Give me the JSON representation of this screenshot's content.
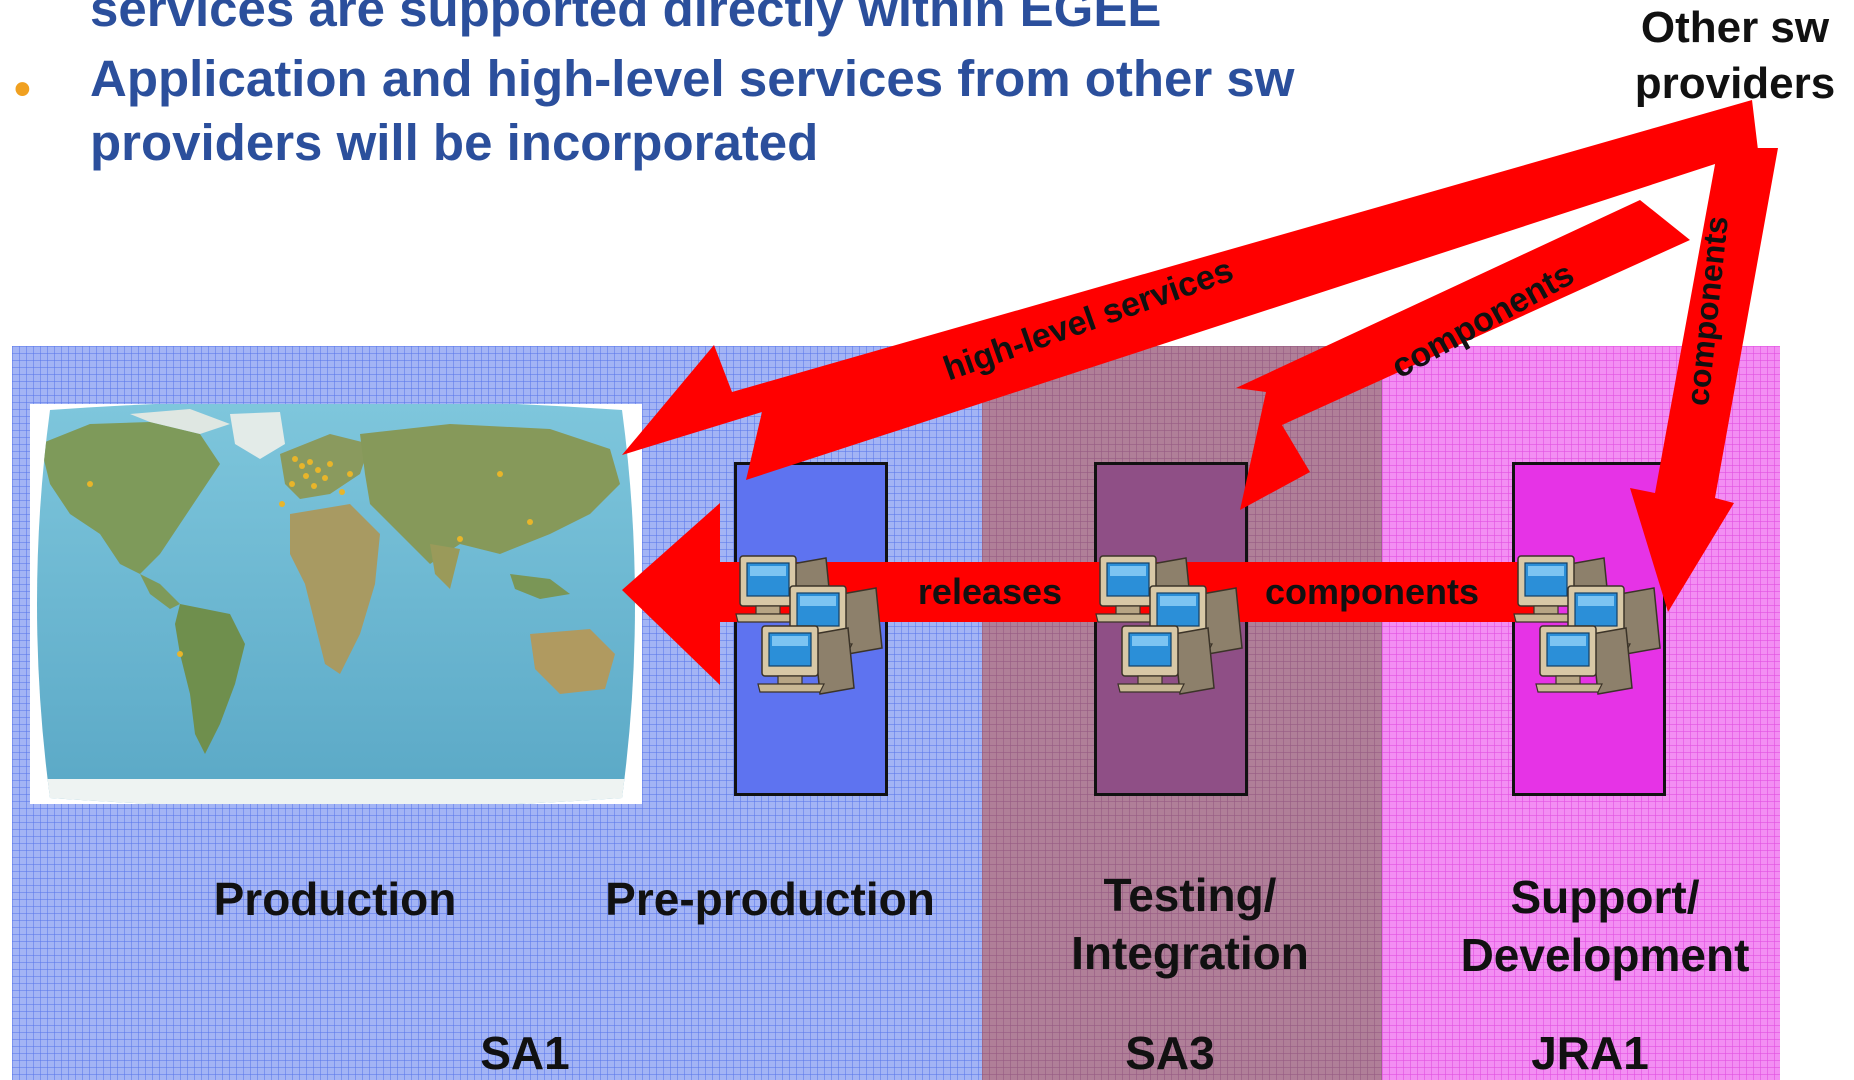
{
  "bullets": {
    "line0": "services are supported directly within EGEE",
    "marker": "•",
    "line1": "Application and high-level services from other sw",
    "line2": "providers will be incorporated"
  },
  "other_providers": {
    "line1": "Other sw",
    "line2": "providers"
  },
  "stages": {
    "production": "Production",
    "preproduction": "Pre-production",
    "testing": {
      "line1": "Testing/",
      "line2": "Integration"
    },
    "support": {
      "line1": "Support/",
      "line2": "Development"
    }
  },
  "activities": {
    "sa1": "SA1",
    "sa3": "SA3",
    "jra1": "JRA1"
  },
  "arrows": {
    "releases": "releases",
    "components_horizontal": "components",
    "high_level_services": "high-level services",
    "components_diagonal": "components",
    "components_vertical": "components"
  },
  "colors": {
    "arrow": "#ff0000",
    "bullet_text": "#2b4f9c",
    "bullet_marker": "#f0a020",
    "band_blue": "#a3b4f5",
    "band_mauve": "#b07f98",
    "band_pink": "#f38ef3"
  },
  "icons": [
    "world-map-image",
    "computer-cluster-icon"
  ]
}
